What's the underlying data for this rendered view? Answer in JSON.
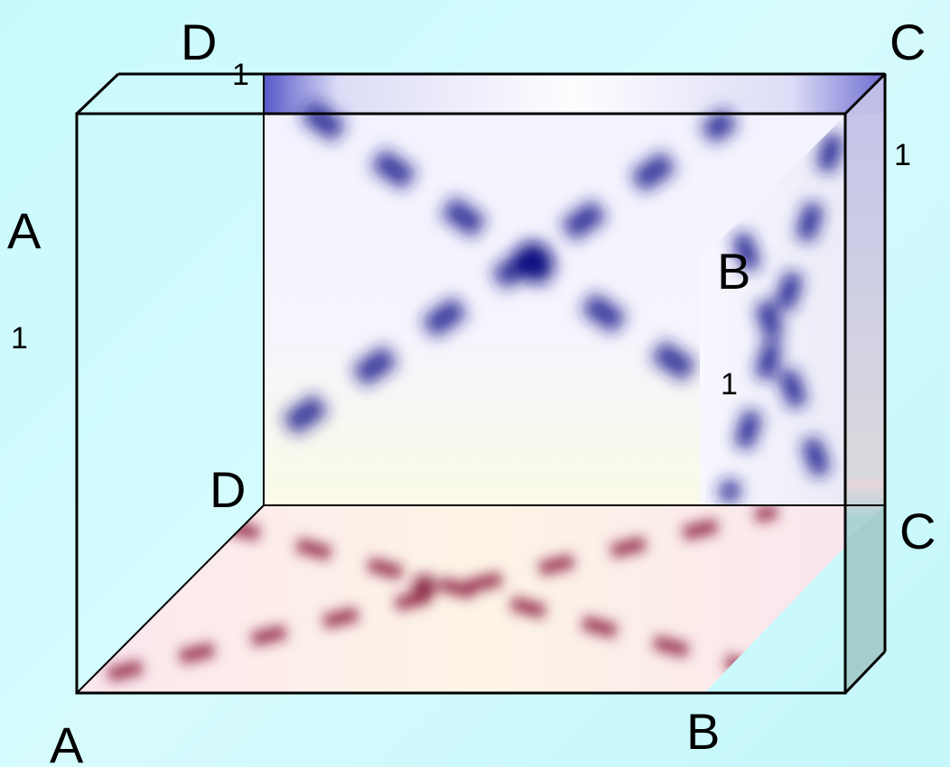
{
  "figure": {
    "colors": {
      "background": "#ccf9fc",
      "edges": "#000000",
      "back_face_cross": "#1a1a8a",
      "bottom_face_cross": "#8a1a3a",
      "right_face": "#a9cfd0"
    },
    "labels": {
      "D1_letter": "D",
      "D1_sub": "1",
      "C1_letter": "C",
      "C1_sub": "1",
      "A1_letter": "A",
      "A1_sub": "1",
      "B1_letter": "B",
      "B1_sub": "1",
      "D_letter": "D",
      "C_letter": "C",
      "A_letter": "A",
      "B_letter": "B"
    }
  }
}
